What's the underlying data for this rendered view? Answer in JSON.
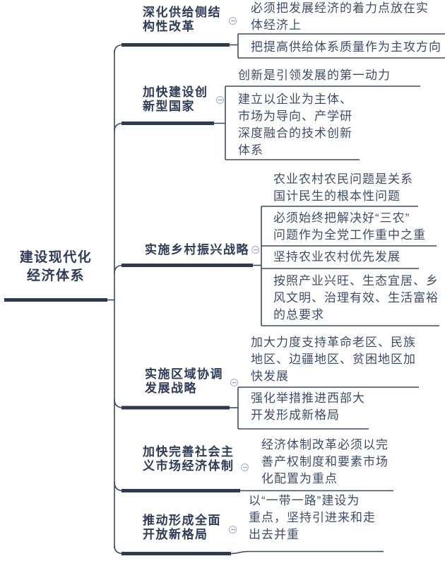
{
  "title": "建设现代化经济体系思维导图",
  "root": {
    "label": "建设现代化\n经济体系"
  },
  "branches": [
    {
      "label": "深化供给侧结\n构性改革",
      "collapse_icon": "minus-circle",
      "children": [
        {
          "text": "必须把发展经济的着力点放在实\n体经济上"
        },
        {
          "text": "把提高供给体系质量作为主攻方向"
        }
      ]
    },
    {
      "label": "加快建设创\n新型国家",
      "collapse_icon": "minus-circle",
      "children": [
        {
          "text": "创新是引领发展的第一动力"
        },
        {
          "text": "建立以企业为主体、\n市场为导向、产学研\n深度融合的技术创新\n体系"
        }
      ]
    },
    {
      "label": "实施乡村振兴战略",
      "collapse_icon": "minus-circle",
      "children": [
        {
          "text": "农业农村农民问题是关系\n国计民生的根本性问题"
        },
        {
          "text": "必须始终把解决好“三农”\n问题作为全党工作重中之重"
        },
        {
          "text": "坚持农业农村优先发展"
        },
        {
          "text": "按照产业兴旺、生态宜居、乡\n风文明、治理有效、生活富裕\n的总要求"
        }
      ]
    },
    {
      "label": "实施区域协调\n发展战略",
      "collapse_icon": "minus-circle",
      "children": [
        {
          "text": "加大力度支持革命老区、民族\n地区、边疆地区、贫困地区加\n快发展"
        },
        {
          "text": "强化举措推进西部大\n开发形成新格局"
        }
      ]
    },
    {
      "label": "加快完善社会主\n义市场经济体制",
      "collapse_icon": "minus-circle",
      "children": [
        {
          "text": "经济体制改革必须以完\n善产权制度和要素市场\n化配置为重点"
        }
      ]
    },
    {
      "label": "推动形成全面\n开放新格局",
      "collapse_icon": "minus-circle",
      "children": [
        {
          "text": "以“一带一路”建设为\n重点，坚持引进来和走\n出去并重"
        }
      ]
    }
  ],
  "colors": {
    "background": "#ffffff",
    "thick_line": "#2e3a54",
    "thin_line": "#3e4961",
    "branch_text": "#2f3b58",
    "child_text": "#3f4c69",
    "collapse_icon": "#a4abdb"
  }
}
